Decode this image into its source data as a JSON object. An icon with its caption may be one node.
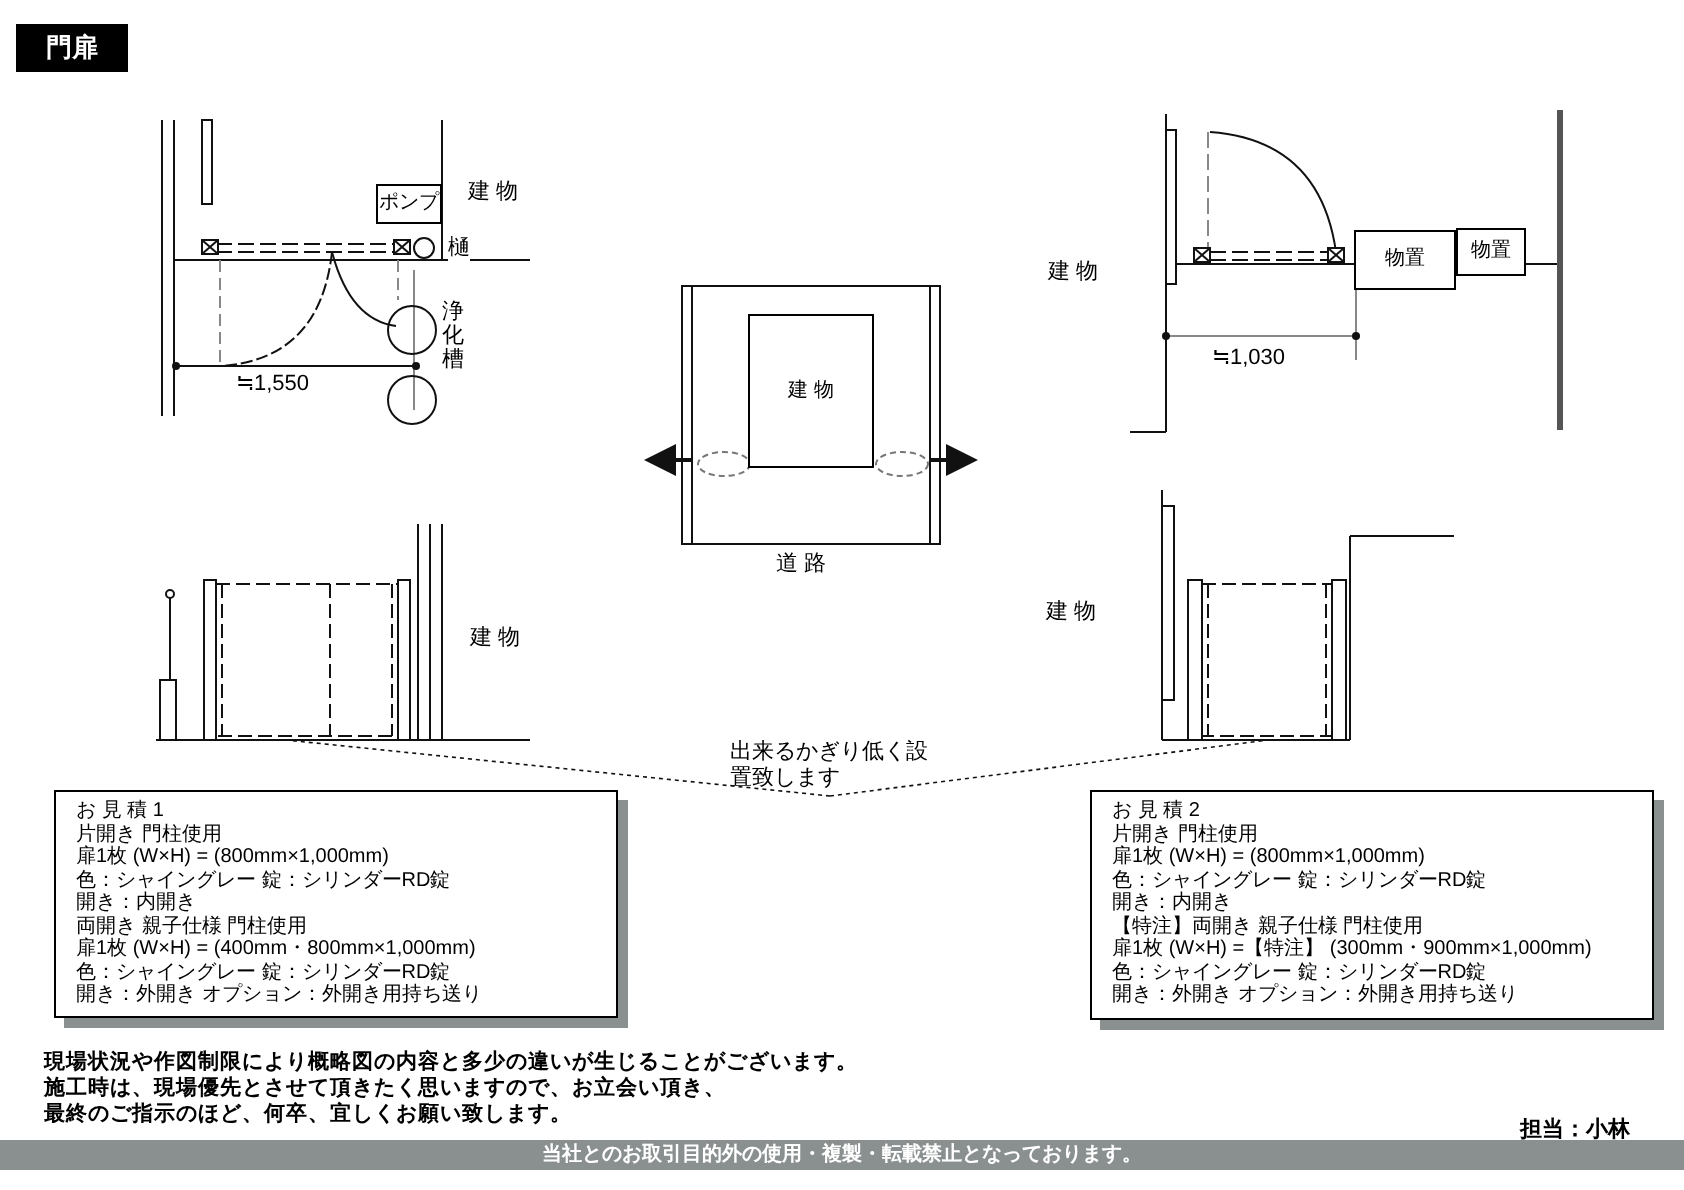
{
  "diagram": {
    "nodes": [
      {
        "text": [
          "門扉"
        ]
      },
      {
        "text": [
          "ポンプ"
        ]
      },
      {
        "text": [
          "物置"
        ]
      },
      {
        "text": [
          "物置"
        ]
      },
      {
        "text": [
          "建 物"
        ]
      },
      {
        "text": [],
        "shape": "picture"
      },
      {
        "text": [],
        "shape": "picture"
      },
      {
        "text": [
          "出来るかぎり低く設置致します"
        ]
      },
      {
        "text": [
          "お 見 積 1",
          "片開き 門柱使用",
          "扉1枚 (W×H) = (800mm×1,000mm)",
          "色：シャイングレー 錠：シリンダーRD錠",
          "開き：内開き",
          "両開き 親子仕様 門柱使用",
          "扉1枚 (W×H) = (400mm・800mm×1,000mm)",
          "色：シャイングレー 錠：シリンダーRD錠",
          "開き：外開き オプション：外開き用持ち送り"
        ]
      },
      {
        "text": [
          "お 見 積 2",
          "片開き 門柱使用",
          "扉1枚 (W×H) = (800mm×1,000mm)",
          "色：シャイングレー 錠：シリンダーRD錠",
          "開き：内開き",
          "【特注】両開き 親子仕様 門柱使用",
          "扉1枚 (W×H) =【特注】 (300mm・900mm×1,000mm)",
          "色：シャイングレー 錠：シリンダーRD錠",
          "開き：外開き オプション：外開き用持ち送り"
        ]
      }
    ],
    "edges": [
      {
        "from": 7,
        "to": 5,
        "arrow": "none",
        "style": "dashed"
      },
      {
        "from": 7,
        "to": 6,
        "arrow": "none",
        "style": "dashed"
      }
    ],
    "labels": [
      "建 物",
      "樋",
      "浄化槽",
      "≒1,550",
      "建 物",
      "≒1,030",
      "道 路",
      "建 物",
      "建 物",
      "現場状況や作図制限により概略図の内容と多少の違いが生じることがございます。",
      "施工時は、現場優先とさせて頂きたく思いますので、お立会い頂き、",
      "最終のご指示のほど、何卒、宜しくお願い致します。",
      "担当：小林",
      "当社とのお取引目的外の使用・複製・転載禁止となっております。"
    ]
  }
}
